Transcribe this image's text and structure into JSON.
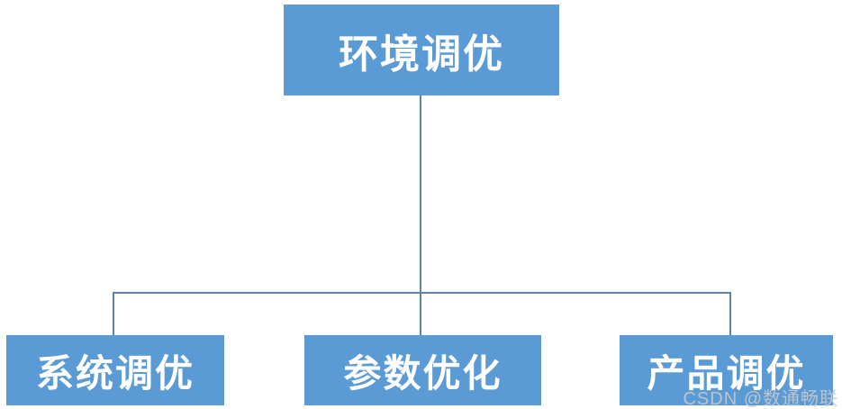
{
  "diagram": {
    "type": "org-chart",
    "root": {
      "label": "环境调优"
    },
    "children": [
      {
        "label": "系统调优"
      },
      {
        "label": "参数优化"
      },
      {
        "label": "产品调优"
      }
    ]
  },
  "watermark": {
    "text": "CSDN @数通畅联"
  },
  "colors": {
    "background": "#FFFFFF",
    "box_fill": "#5B9BD5",
    "box_text": "#FFFFFF",
    "connector_line": "#5D83A4",
    "watermark_text": "#C9CED4"
  }
}
